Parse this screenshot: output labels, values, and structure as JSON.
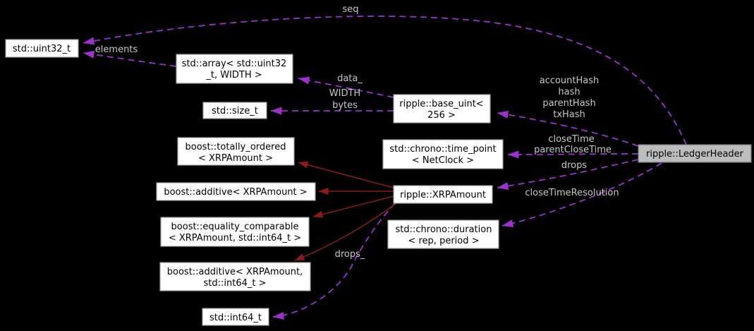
{
  "colors": {
    "background": "#000000",
    "node_fill": "#ffffff",
    "node_border": "#9b9b9b",
    "root_node_fill": "#bdbdbd",
    "usage_edge": "#9a32cd",
    "inheritance_edge": "#8b1a1a",
    "edge_label_text": "#c8c8c8",
    "node_text": "#000000"
  },
  "nodes": {
    "uint32": {
      "label": "std::uint32_t"
    },
    "array": {
      "line1": "std::array< std::uint32",
      "line2": "_t, WIDTH >"
    },
    "size_t": {
      "label": "std::size_t"
    },
    "base_uint": {
      "line1": "ripple::base_uint<",
      "line2": "256 >"
    },
    "totally_ordered": {
      "line1": "boost::totally_ordered",
      "line2": "< XRPAmount >"
    },
    "time_point": {
      "line1": "std::chrono::time_point",
      "line2": "< NetClock >"
    },
    "ledger_header": {
      "label": "ripple::LedgerHeader"
    },
    "additive": {
      "label": "boost::additive< XRPAmount >"
    },
    "xrp_amount": {
      "label": "ripple::XRPAmount"
    },
    "equality_comparable": {
      "line1": "boost::equality_comparable",
      "line2": "< XRPAmount, std::int64_t >"
    },
    "duration": {
      "line1": "std::chrono::duration",
      "line2": "< rep, period >"
    },
    "additive_int64": {
      "line1": "boost::additive< XRPAmount,",
      "line2": "std::int64_t >"
    },
    "int64": {
      "label": "std::int64_t"
    }
  },
  "edges": {
    "seq": {
      "label": "seq"
    },
    "elements": {
      "label": "elements"
    },
    "data": {
      "label": "data_"
    },
    "width_bytes": {
      "line1": "WIDTH",
      "line2": "bytes"
    },
    "hashes": {
      "line1": "accountHash",
      "line2": "hash",
      "line3": "parentHash",
      "line4": "txHash"
    },
    "close_times": {
      "line1": "closeTime",
      "line2": "parentCloseTime"
    },
    "drops": {
      "label": "drops"
    },
    "close_time_resolution": {
      "label": "closeTimeResolution"
    },
    "drops_member": {
      "label": "drops_"
    }
  }
}
